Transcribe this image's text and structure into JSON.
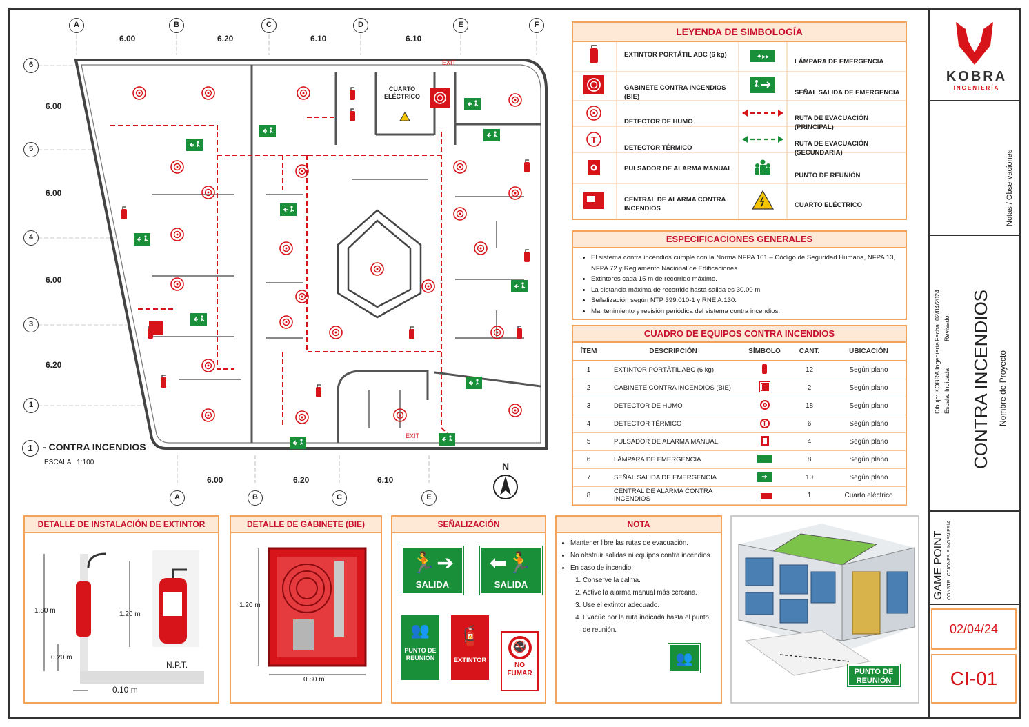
{
  "plan": {
    "axes_top": [
      "A",
      "B",
      "C",
      "D",
      "E",
      "F"
    ],
    "axes_bottom": [
      "A",
      "B",
      "C",
      "E"
    ],
    "axes_left": [
      "6",
      "5",
      "4",
      "3",
      "1"
    ],
    "dims_top": [
      "6.00",
      "6.20",
      "6.10",
      "6.10"
    ],
    "dims_bottom": [
      "6.00",
      "6.20",
      "6.10"
    ],
    "dims_left": [
      "6.00",
      "6.00",
      "6.00",
      "6.20"
    ],
    "room_electric": "CUARTO ELÉCTRICO",
    "exit_label": "EXIT",
    "title_number": "1",
    "title": "- CONTRA INCENDIOS",
    "scale": "ESCALA   1:100",
    "north": "N"
  },
  "legend": {
    "title": "LEYENDA DE SIMBOLOGÍA",
    "left": [
      "EXTINTOR PORTÁTIL ABC (6 kg)",
      "GABINETE CONTRA INCENDIOS (BIE)",
      "DETECTOR DE HUMO",
      "DETECTOR TÉRMICO",
      "PULSADOR DE ALARMA MANUAL",
      "CENTRAL DE ALARMA CONTRA INCENDIOS"
    ],
    "right": [
      "LÁMPARA DE EMERGENCIA",
      "SEÑAL SALIDA DE EMERGENCIA",
      "RUTA DE EVACUACIÓN (PRINCIPAL)",
      "RUTA DE EVACUACIÓN (SECUNDARIA)",
      "PUNTO DE REUNIÓN",
      "CUARTO ELÉCTRICO"
    ]
  },
  "specs": {
    "title": "ESPECIFICACIONES GENERALES",
    "items": [
      "El sistema contra incendios cumple con la Norma NFPA 101 – Código de Seguridad Humana, NFPA 13, NFPA 72 y Reglamento Nacional de Edificaciones.",
      "Extintores cada 15 m de recorrido máximo.",
      "La distancia máxima de recorrido hasta salida es 30.00 m.",
      "Señalización según NTP 399.010-1 y RNE A.130.",
      "Mantenimiento y revisión periódica del sistema contra incendios."
    ]
  },
  "equipment": {
    "title": "CUADRO DE EQUIPOS CONTRA INCENDIOS",
    "headers": [
      "ÍTEM",
      "DESCRIPCIÓN",
      "SÍMBOLO",
      "CANT.",
      "UBICACIÓN"
    ],
    "rows": [
      {
        "item": "1",
        "desc": "EXTINTOR PORTÁTIL ABC (6 kg)",
        "qty": "12",
        "loc": "Según plano"
      },
      {
        "item": "2",
        "desc": "GABINETE CONTRA INCENDIOS (BIE)",
        "qty": "2",
        "loc": "Según plano"
      },
      {
        "item": "3",
        "desc": "DETECTOR DE HUMO",
        "qty": "18",
        "loc": "Según plano"
      },
      {
        "item": "4",
        "desc": "DETECTOR TÉRMICO",
        "qty": "6",
        "loc": "Según plano"
      },
      {
        "item": "5",
        "desc": "PULSADOR DE ALARMA MANUAL",
        "qty": "4",
        "loc": "Según plano"
      },
      {
        "item": "6",
        "desc": "LÁMPARA DE EMERGENCIA",
        "qty": "8",
        "loc": "Según plano"
      },
      {
        "item": "7",
        "desc": "SEÑAL SALIDA DE EMERGENCIA",
        "qty": "10",
        "loc": "Según plano"
      },
      {
        "item": "8",
        "desc": "CENTRAL DE ALARMA CONTRA INCENDIOS",
        "qty": "1",
        "loc": "Cuarto eléctrico"
      }
    ]
  },
  "det_ext": {
    "title": "DETALLE DE INSTALACIÓN DE EXTINTOR",
    "h1": "1.80 m",
    "h2": "1.20 m",
    "h3": "0.20 m",
    "w": "0.10 m",
    "npt": "N.P.T."
  },
  "det_bie": {
    "title": "DETALLE DE GABINETE (BIE)",
    "h": "1.20 m",
    "w": "0.80 m"
  },
  "signage": {
    "title": "SEÑALIZACIÓN",
    "salida": "SALIDA",
    "reunion": "PUNTO DE REUNIÓN",
    "extintor": "EXTINTOR",
    "no_fumar": "NO FUMAR"
  },
  "nota": {
    "title": "NOTA",
    "items": [
      "Mantener libre las rutas de evacuación.",
      "No obstruir salidas ni equipos contra incendios.",
      "En caso de incendio:"
    ],
    "steps": [
      "Conserve la calma.",
      "Active la alarma manual más cercana.",
      "Use el extintor adecuado.",
      "Evacúe por la ruta indicada hasta el punto de reunión."
    ]
  },
  "render3d": {
    "reunion": "PUNTO DE REUNIÓN"
  },
  "title_block": {
    "logo": "KOBRA",
    "logo_sub": "INGENIERÍA",
    "notes": "Notas / Observaciones",
    "drawn": "Dibujo: KOBRA Ingeniería",
    "date_field": "Fecha: 02/04/2024",
    "scale_field": "Escala: Indicada",
    "revised": "Revisado:",
    "sheet_title": "CONTRA INCENDIOS",
    "project": "Nombre de Proyecto",
    "client": "GAME POINT",
    "client_sub": "CONSTRUCCIONES E INGENIERÍA",
    "date": "02/04/24",
    "code": "CI-01"
  },
  "colors": {
    "red": "#d7141a",
    "orange": "#f4a35a",
    "green": "#1a8f3a"
  }
}
